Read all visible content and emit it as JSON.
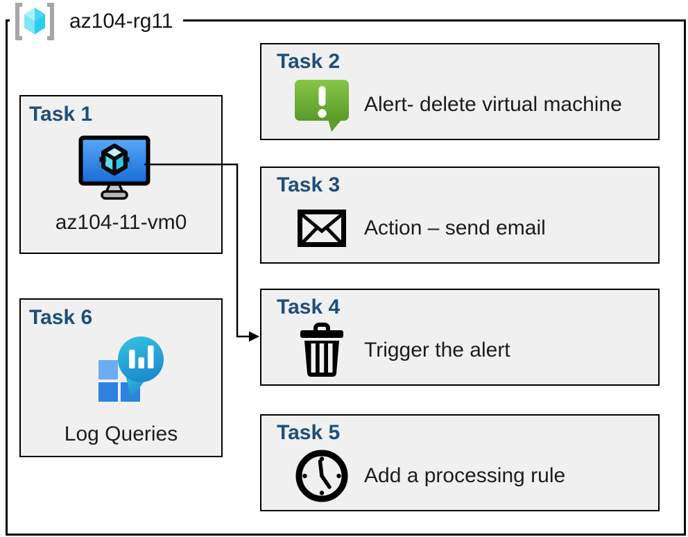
{
  "resource_group": {
    "name": "az104-rg11",
    "icon": "resource-group-icon"
  },
  "tasks": [
    {
      "title": "Task 1",
      "label": "az104-11-vm0",
      "icon": "virtual-machine-icon"
    },
    {
      "title": "Task 2",
      "label": "Alert- delete virtual machine",
      "icon": "alert-message-icon"
    },
    {
      "title": "Task 3",
      "label": "Action – send email",
      "icon": "email-envelope-icon"
    },
    {
      "title": "Task 4",
      "label": "Trigger the alert",
      "icon": "trash-icon"
    },
    {
      "title": "Task 5",
      "label": "Add a processing rule",
      "icon": "clock-icon"
    },
    {
      "title": "Task 6",
      "label": "Log Queries",
      "icon": "log-analytics-icon"
    }
  ],
  "connector": {
    "from": "Task 1",
    "to": "Task 4"
  },
  "colors": {
    "task_title": "#1F4E79",
    "card_background": "#F0F0F0",
    "border": "#000000",
    "alert_green": "#6FB33C",
    "vm_screen_blue": "#2F80E4",
    "log_bubble_teal": "#2BB3DC",
    "log_square_blue": "#2E82E0",
    "rg_cube_cyan": "#49D6F0",
    "bracket_gray": "#A6A6A6"
  }
}
